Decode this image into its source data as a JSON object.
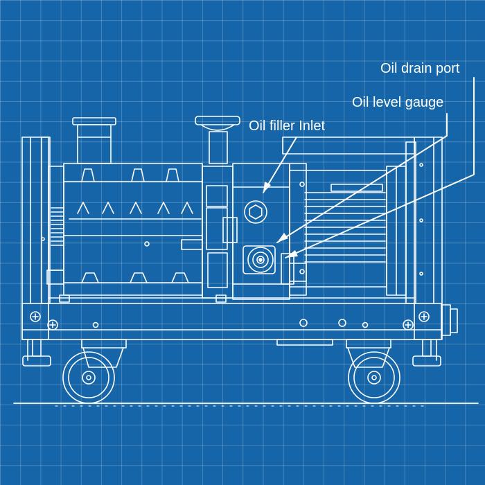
{
  "colors": {
    "background": "#1565a8",
    "grid": "#ffffff",
    "line": "#ffffff",
    "label": "#ffffff"
  },
  "labels": {
    "oil_drain_port": "Oil drain port",
    "oil_level_gauge": "Oil level gauge",
    "oil_filler_inlet": "Oil filler Inlet"
  }
}
